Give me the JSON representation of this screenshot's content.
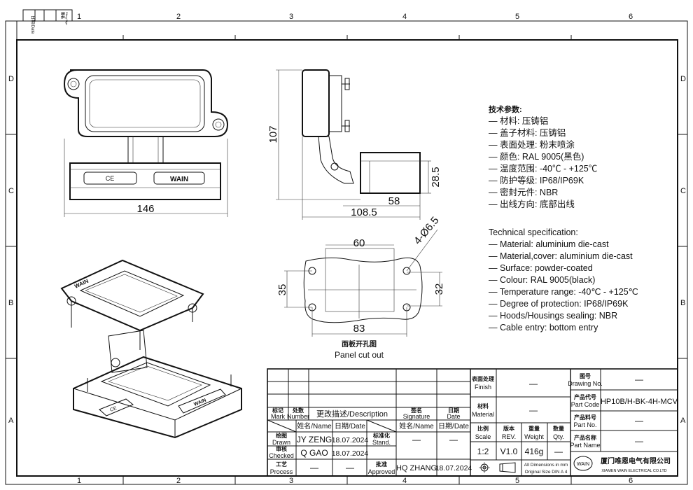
{
  "frame": {
    "header": {
      "date_label": "日期/Date",
      "sign_label_cn": "签名",
      "sign_label_en": "Filing Sign"
    },
    "zone_columns": [
      "1",
      "2",
      "3",
      "4",
      "5",
      "6"
    ],
    "zone_rows": [
      "D",
      "C",
      "B",
      "A"
    ]
  },
  "front_view": {
    "ce_mark": "CE",
    "brand_label": "WAIN",
    "dim_width": "146"
  },
  "side_view": {
    "dim_height": "107",
    "dim_base_height": "28.5",
    "dim_base_length": "58",
    "dim_total_length": "108.5"
  },
  "panel_cutout": {
    "dim_60": "60",
    "dim_holes": "4-Ø6.5",
    "dim_35": "35",
    "dim_32": "32",
    "dim_83": "83",
    "title_cn": "面板开孔图",
    "title_en": "Panel cut out"
  },
  "iso_view": {
    "brand_label": "WAIN",
    "ce_mark": "CE"
  },
  "spec_cn": {
    "title": "技术参数:",
    "items": [
      "— 材料: 压铸铝",
      "— 盖子材料: 压铸铝",
      "— 表面处理: 粉末喷涂",
      "— 颜色: RAL 9005(黑色)",
      "— 温度范围: -40℃ - +125℃",
      "— 防护等级: IP68/IP69K",
      "— 密封元件: NBR",
      "— 出线方向: 底部出线"
    ]
  },
  "spec_en": {
    "title": "Technical specification:",
    "items": [
      "— Material: aluminium die-cast",
      "— Material,cover: aluminium die-cast",
      "— Surface: powder-coated",
      "— Colour: RAL 9005(black)",
      "— Temperature range: -40℃ - +125℃",
      "— Degree of protection: IP68/IP69K",
      "— Hoods/Housings sealing: NBR",
      "— Cable entry: bottom entry"
    ]
  },
  "title_block": {
    "rev_headers": {
      "mark_cn": "标记",
      "mark_en": "Mark",
      "number_cn": "处数",
      "number_en": "Number",
      "description": "更改描述/Description",
      "signature_cn": "签名",
      "signature_en": "Signature",
      "date_cn": "日期",
      "date_en": "Date"
    },
    "name_header": "姓名/Name",
    "date_header": "日期/Date",
    "drawn": {
      "label_cn": "绘图",
      "label_en": "Drawn",
      "name": "JY ZENG",
      "date": "18.07.2024"
    },
    "checked": {
      "label_cn": "审核",
      "label_en": "Checked",
      "name": "Q GAO",
      "date": "18.07.2024"
    },
    "process": {
      "label_cn": "工艺",
      "label_en": "Process",
      "name": "—",
      "date": "—"
    },
    "stand": {
      "label_cn": "标准化",
      "label_en": "Stand.",
      "name": "—",
      "date": "—"
    },
    "approved": {
      "label_cn": "批准",
      "label_en": "Approved",
      "name": "HQ ZHANG",
      "date": "18.07.2024"
    },
    "finish": {
      "label_cn": "表面处理",
      "label_en": "Finish",
      "value": "—"
    },
    "material": {
      "label_cn": "材料",
      "label_en": "Material",
      "value": "—"
    },
    "scale": {
      "label_cn": "比例",
      "label_en": "Scale",
      "value": "1:2"
    },
    "rev": {
      "label_cn": "版本",
      "label_en": "REV.",
      "value": "V1.0"
    },
    "weight": {
      "label_cn": "重量",
      "label_en": "Weight",
      "value": "416g"
    },
    "qty": {
      "label_cn": "数量",
      "label_en": "Qty.",
      "value": "—"
    },
    "dimensions_note": "All Dimensions in mm",
    "size_note": "Original Size DIN A 4",
    "drawing_no": {
      "label_cn": "图号",
      "label_en": "Drawing No.",
      "value": "—"
    },
    "part_code": {
      "label_cn": "产品代号",
      "label_en": "Part Code",
      "value": "HP10B/H-BK-4H-MCV"
    },
    "part_no": {
      "label_cn": "产品料号",
      "label_en": "Part No.",
      "value": "—"
    },
    "part_name": {
      "label_cn": "产品名称",
      "label_en": "Part Name",
      "value": "—"
    },
    "company": {
      "logo_text": "WAIN",
      "name_cn": "厦门唯恩电气有限公司",
      "name_en": "XIAMEN WAIN ELECTRICAL CO.LTD"
    }
  }
}
